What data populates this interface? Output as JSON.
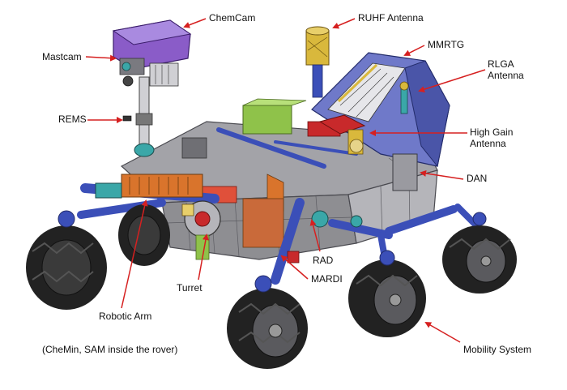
{
  "labels": {
    "chemcam": "ChemCam",
    "ruhf_antenna": "RUHF Antenna",
    "mastcam": "Mastcam",
    "mmrtg": "MMRTG",
    "rlga_antenna_1": "RLGA",
    "rlga_antenna_2": "Antenna",
    "rems": "REMS",
    "high_gain_antenna_1": "High Gain",
    "high_gain_antenna_2": "Antenna",
    "dan": "DAN",
    "rad": "RAD",
    "mardi": "MARDI",
    "turret": "Turret",
    "robotic_arm": "Robotic Arm",
    "mobility_system": "Mobility System",
    "footnote": "(CheMin, SAM inside the rover)"
  },
  "colors": {
    "leader_line": "#d62020",
    "chassis": "#8e8e92",
    "chassis_dark": "#5c5c62",
    "mast_head": "#8a5cc8",
    "struts": "#3b4fb8",
    "wheel": "#222222",
    "rtg_fins": "#6f79c9",
    "accent_red": "#c8292b",
    "accent_orange": "#d9742c",
    "accent_green": "#8fc24a",
    "accent_yellow": "#d9b83c",
    "accent_teal": "#3aa7a8"
  }
}
